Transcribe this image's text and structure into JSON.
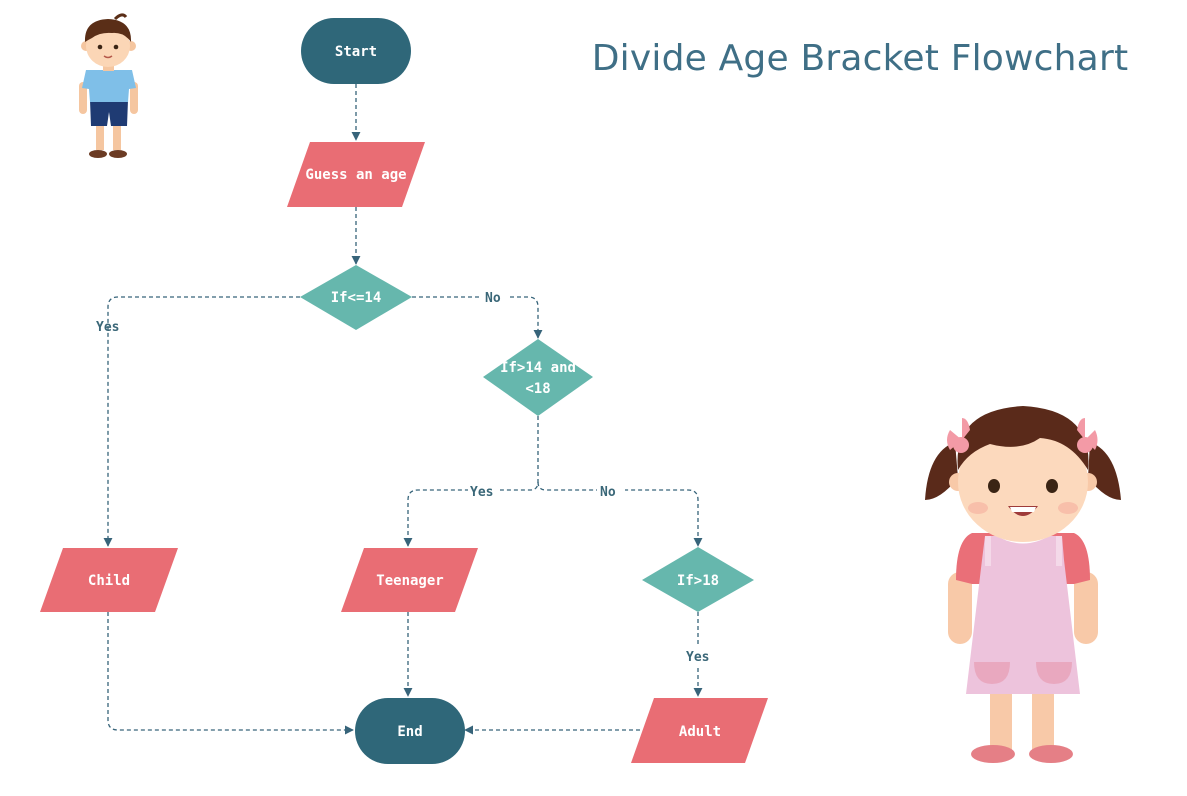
{
  "title": "Divide Age Bracket Flowchart",
  "colors": {
    "terminal": "#2f6779",
    "io": "#e96d74",
    "decision": "#66b7ad",
    "edge": "#37647a",
    "title": "#3f6f86"
  },
  "nodes": {
    "start": "Start",
    "guess": "Guess an age",
    "decision1": "If<=14",
    "decision2_line1": "If>14 and",
    "decision2_line2": "<18",
    "child": "Child",
    "teenager": "Teenager",
    "decision3": "If>18",
    "adult": "Adult",
    "end": "End"
  },
  "edge_labels": {
    "d1_yes": "Yes",
    "d1_no": "No",
    "d2_yes": "Yes",
    "d2_no": "No",
    "d3_yes": "Yes"
  },
  "illustrations": [
    "boy-illustration",
    "girl-illustration"
  ]
}
